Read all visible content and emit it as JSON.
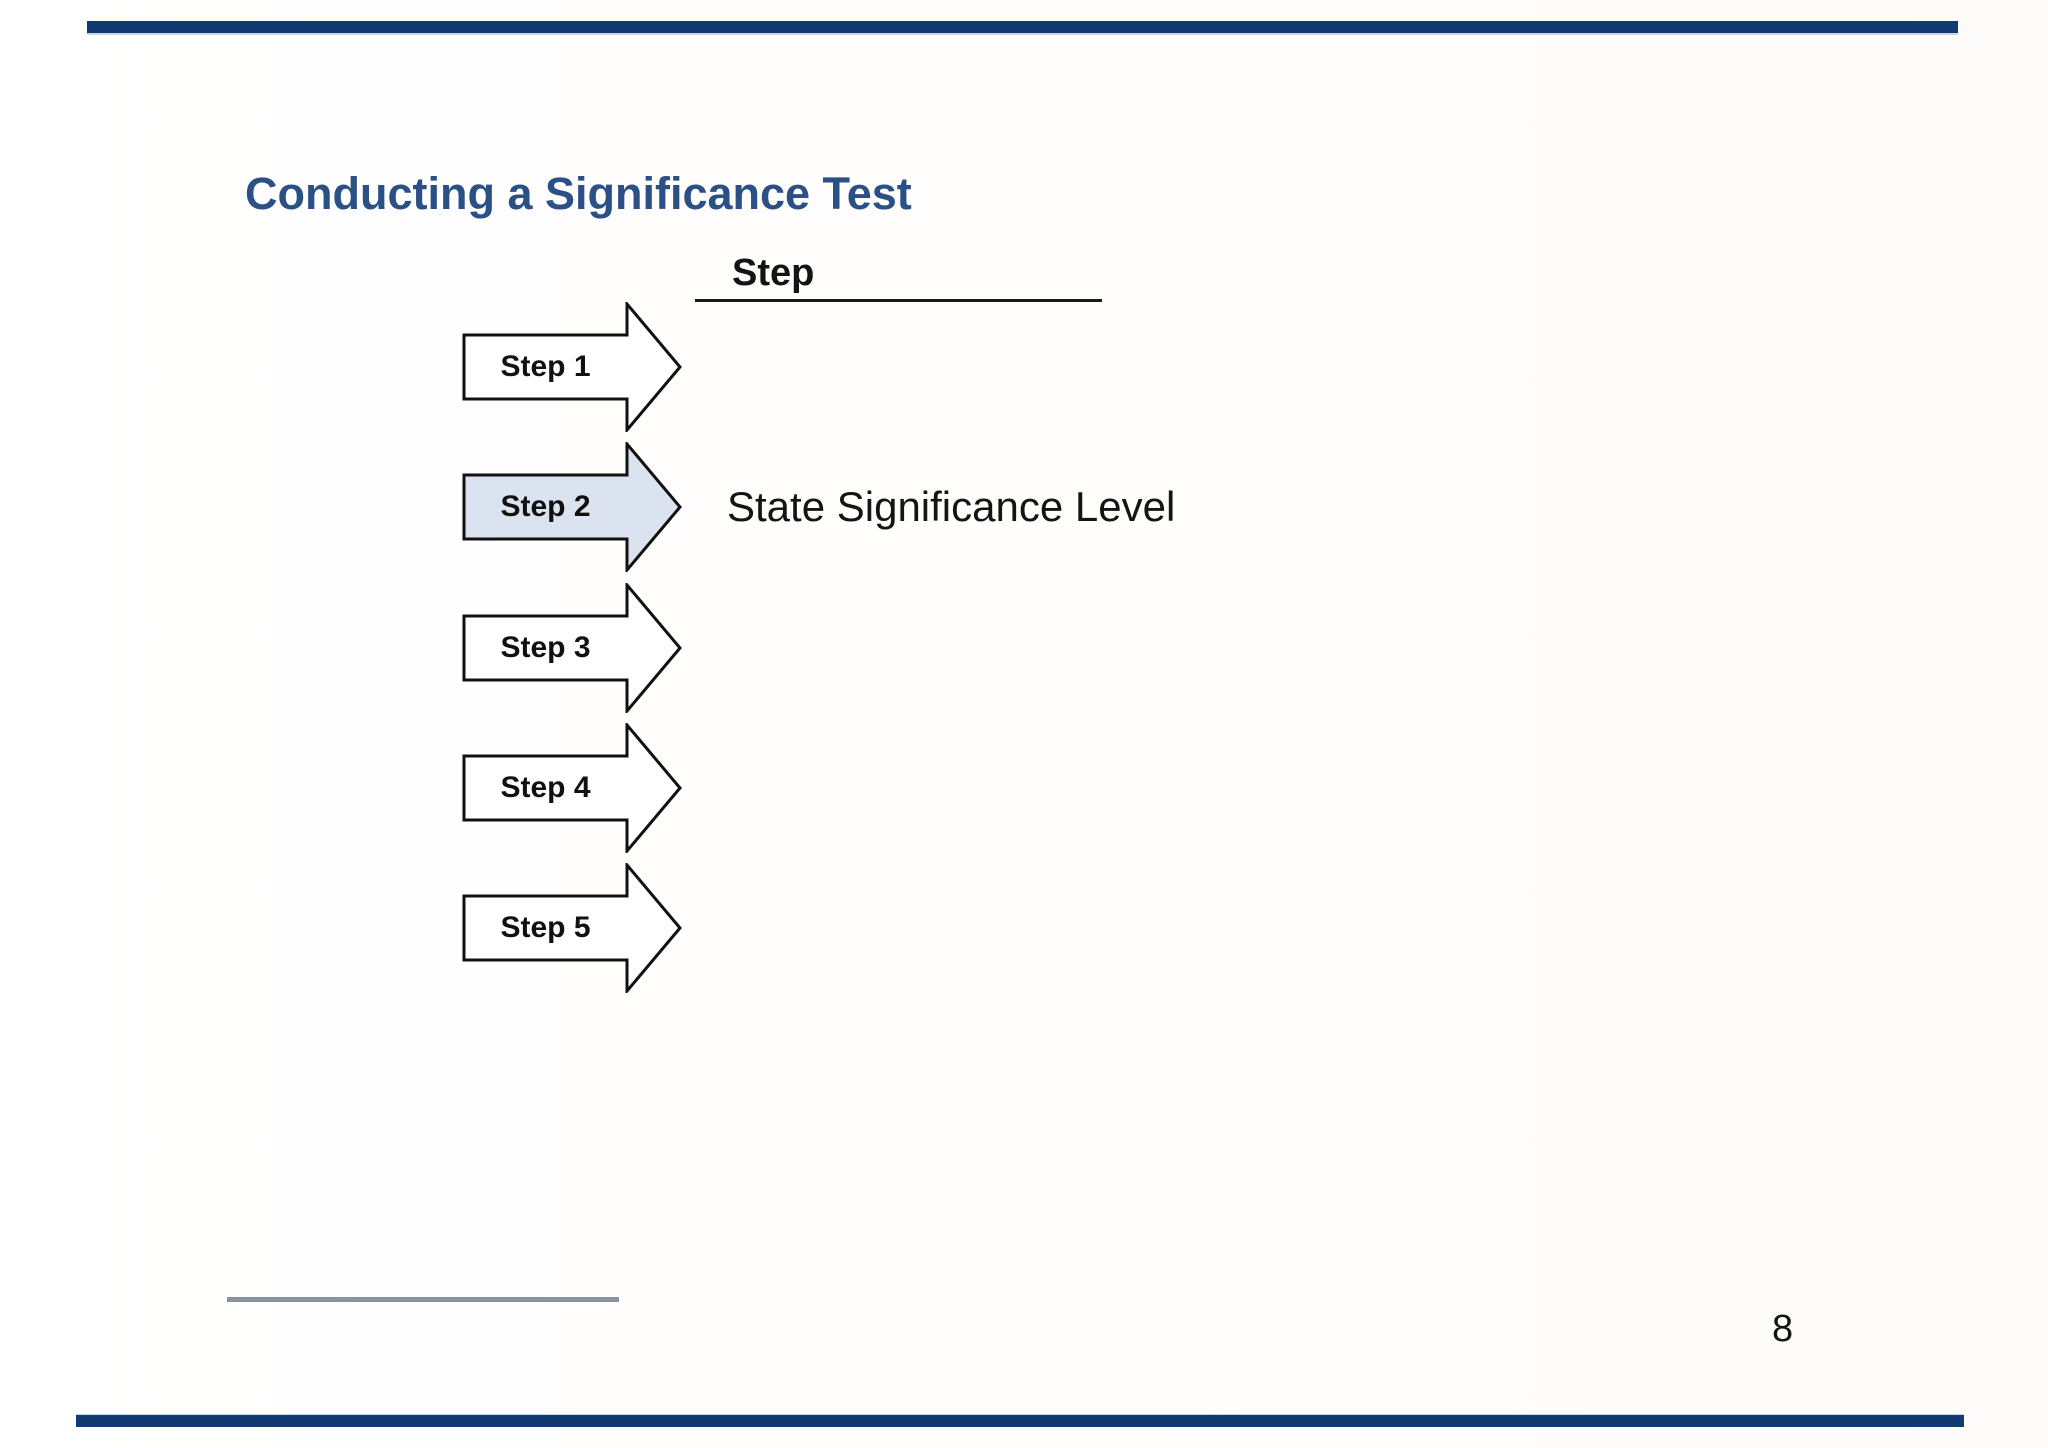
{
  "slide": {
    "title": "Conducting a Significance Test",
    "column_header": "Step",
    "page_number": "8"
  },
  "steps": [
    {
      "label": "Step 1",
      "description": "",
      "highlighted": false
    },
    {
      "label": "Step 2",
      "description": "State Significance Level",
      "highlighted": true
    },
    {
      "label": "Step 3",
      "description": "",
      "highlighted": false
    },
    {
      "label": "Step 4",
      "description": "",
      "highlighted": false
    },
    {
      "label": "Step 5",
      "description": "",
      "highlighted": false
    }
  ],
  "colors": {
    "border_bar": "#123a72",
    "title_text": "#2a5086",
    "highlighted_step_fill": "#dce3f0",
    "footer_rule": "#8b949e",
    "arrow_outline": "#111111"
  }
}
